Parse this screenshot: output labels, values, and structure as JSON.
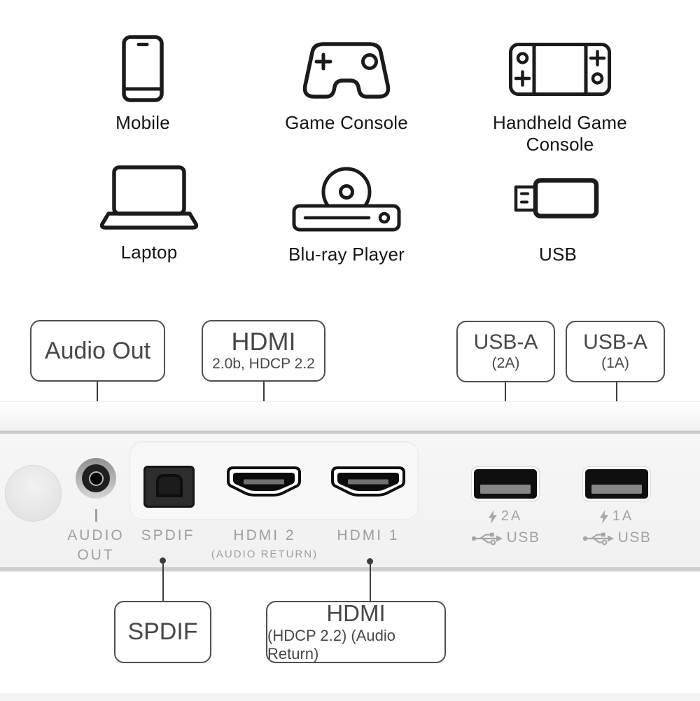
{
  "devices": [
    {
      "label": "Mobile"
    },
    {
      "label": "Game Console"
    },
    {
      "label": "Handheld Game Console"
    },
    {
      "label": "Laptop"
    },
    {
      "label": "Blu-ray Player"
    },
    {
      "label": "USB"
    }
  ],
  "callouts_top": [
    {
      "title": "Audio Out",
      "subtitle": ""
    },
    {
      "title": "HDMI",
      "subtitle": "2.0b, HDCP 2.2"
    },
    {
      "title": "USB-A",
      "subtitle": "(2A)"
    },
    {
      "title": "USB-A",
      "subtitle": "(1A)"
    }
  ],
  "callouts_bottom": [
    {
      "title": "SPDIF",
      "subtitle": ""
    },
    {
      "title": "HDMI",
      "subtitle": "(HDCP 2.2) (Audio Return)"
    }
  ],
  "panel": {
    "audio_out": {
      "line1": "AUDIO",
      "line2": "OUT"
    },
    "spdif": "SPDIF",
    "hdmi2": {
      "line1": "HDMI 2",
      "line2": "(AUDIO RETURN)"
    },
    "hdmi1": "HDMI 1",
    "usb_2a": {
      "power": "2A",
      "label": "USB"
    },
    "usb_1a": {
      "power": "1A",
      "label": "USB"
    }
  },
  "colors": {
    "icon_outline": "#1b1b1b",
    "callout_border": "#4f4f4f",
    "callout_text": "#474747",
    "leader": "#3e3e3e",
    "panel_label": "#9e9e9e",
    "panel_face": "#f4f4f5",
    "port_black": "#0f0f0f"
  }
}
